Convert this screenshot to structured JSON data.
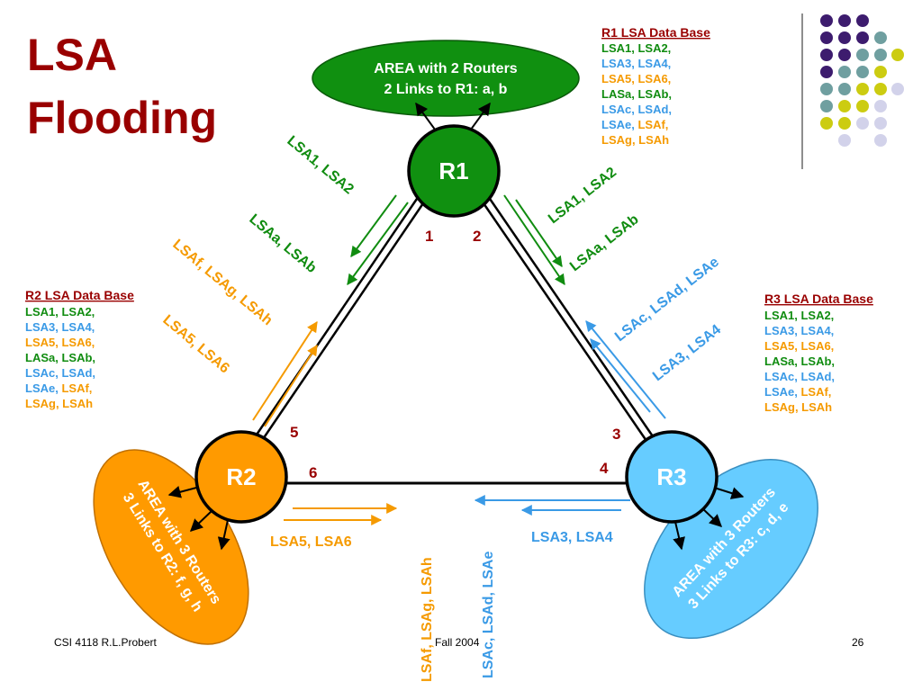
{
  "title": {
    "line1": "LSA",
    "line2": "Flooding"
  },
  "colors": {
    "title": "#990000",
    "r1": "#109010",
    "r2": "#ff9a00",
    "r3": "#66ccff",
    "green_text": "#108c10",
    "blue_text": "#3a9ae6",
    "orange_text": "#f59a00",
    "dot_purple": "#3d1c6e",
    "dot_teal": "#6f9fa0",
    "dot_yellow": "#cccc11",
    "dot_lavender": "#d2d2ea"
  },
  "routers": {
    "r1": "R1",
    "r2": "R2",
    "r3": "R3"
  },
  "areas": {
    "r1": {
      "line1": "AREA with  2 Routers",
      "line2": "2 Links to R1: a, b"
    },
    "r2": {
      "line1": "AREA with  3 Routers",
      "line2": "3 Links to R2: f, g, h"
    },
    "r3": {
      "line1": "AREA with  3 Routers",
      "line2": "3 Links to R3: c, d, e"
    }
  },
  "ports": {
    "p1": "1",
    "p2": "2",
    "p3": "3",
    "p4": "4",
    "p5": "5",
    "p6": "6"
  },
  "databases": {
    "r1": {
      "heading": "R1 LSA Data Base",
      "lines": [
        [
          {
            "t": "LSA1, LSA2,",
            "c": "green"
          }
        ],
        [
          {
            "t": "LSA3, LSA4,",
            "c": "blue"
          }
        ],
        [
          {
            "t": "LSA5, LSA6,",
            "c": "orange"
          }
        ],
        [
          {
            "t": "LASa, LSAb,",
            "c": "green"
          }
        ],
        [
          {
            "t": "LSAc, LSAd,",
            "c": "blue"
          }
        ],
        [
          {
            "t": "LSAe, ",
            "c": "blue"
          },
          {
            "t": "LSAf,",
            "c": "orange"
          }
        ],
        [
          {
            "t": "LSAg, LSAh",
            "c": "orange"
          }
        ]
      ]
    },
    "r2": {
      "heading": "R2 LSA Data Base",
      "lines": [
        [
          {
            "t": "LSA1, LSA2,",
            "c": "green"
          }
        ],
        [
          {
            "t": "LSA3, LSA4,",
            "c": "blue"
          }
        ],
        [
          {
            "t": "LSA5, LSA6,",
            "c": "orange"
          }
        ],
        [
          {
            "t": "LASa, LSAb,",
            "c": "green"
          }
        ],
        [
          {
            "t": "LSAc, LSAd,",
            "c": "blue"
          }
        ],
        [
          {
            "t": "LSAe, ",
            "c": "blue"
          },
          {
            "t": "LSAf,",
            "c": "orange"
          }
        ],
        [
          {
            "t": "LSAg, LSAh",
            "c": "orange"
          }
        ]
      ]
    },
    "r3": {
      "heading": "R3 LSA Data Base",
      "lines": [
        [
          {
            "t": "LSA1, LSA2,",
            "c": "green"
          }
        ],
        [
          {
            "t": "LSA3, LSA4,",
            "c": "blue"
          }
        ],
        [
          {
            "t": "LSA5, LSA6,",
            "c": "orange"
          }
        ],
        [
          {
            "t": "LASa, LSAb,",
            "c": "green"
          }
        ],
        [
          {
            "t": "LSAc, LSAd,",
            "c": "blue"
          }
        ],
        [
          {
            "t": "LSAe, ",
            "c": "blue"
          },
          {
            "t": "LSAf,",
            "c": "orange"
          }
        ],
        [
          {
            "t": "LSAg, LSAh",
            "c": "orange"
          }
        ]
      ]
    }
  },
  "flows": {
    "r1_to_r2_a": "LSA1, LSA2",
    "r1_to_r2_b": "LSAa, LSAb",
    "r2_to_r1_a": "LSAf, LSAg, LSAh",
    "r2_to_r1_b": "LSA5, LSA6",
    "r1_to_r3_a": "LSA1, LSA2",
    "r1_to_r3_b": "LSAa, LSAb",
    "r3_to_r1_a": "LSAc, LSAd, LSAe",
    "r3_to_r1_b": "LSA3, LSA4",
    "r2_to_r3_a": "LSA5, LSA6",
    "r2_to_r3_b": "LSAf, LSAg, LSAh",
    "r3_to_r2_a": "LSA3, LSA4",
    "r3_to_r2_b": "LSAc, LSAd, LSAe"
  },
  "footer": {
    "left": "CSI 4118 R.L.Probert",
    "center": "Fall 2004",
    "right": "26"
  }
}
